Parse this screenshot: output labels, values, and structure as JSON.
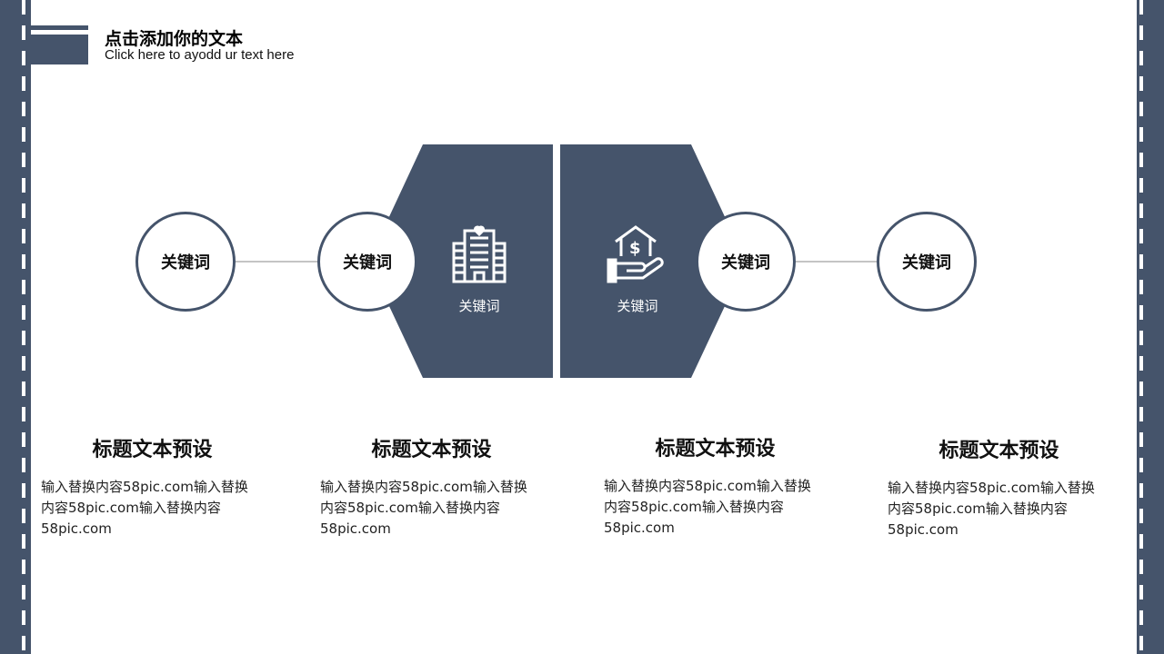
{
  "header": {
    "title": "点击添加你的文本",
    "subtitle": "Click here to ayodd ur text here"
  },
  "circles": [
    "关键词",
    "关键词",
    "关键词",
    "关键词"
  ],
  "hexagons": [
    {
      "label": "关键词",
      "icon": "office-building-icon"
    },
    {
      "label": "关键词",
      "icon": "house-money-hand-icon"
    }
  ],
  "columns": [
    {
      "title": "标题文本预设",
      "lines": [
        "输入替换内容58pic.com输入替换",
        "内容58pic.com输入替换内容",
        "58pic.com"
      ]
    },
    {
      "title": "标题文本预设",
      "lines": [
        "输入替换内容58pic.com输入替换",
        "内容58pic.com输入替换内容",
        "58pic.com"
      ]
    },
    {
      "title": "标题文本预设",
      "lines": [
        "输入替换内容58pic.com输入替换",
        "内容58pic.com输入替换内容",
        "58pic.com"
      ]
    },
    {
      "title": "标题文本预设",
      "lines": [
        "输入替换内容58pic.com输入替换",
        "内容58pic.com输入替换内容",
        "58pic.com"
      ]
    }
  ],
  "colors": {
    "accent": "#45546b"
  }
}
